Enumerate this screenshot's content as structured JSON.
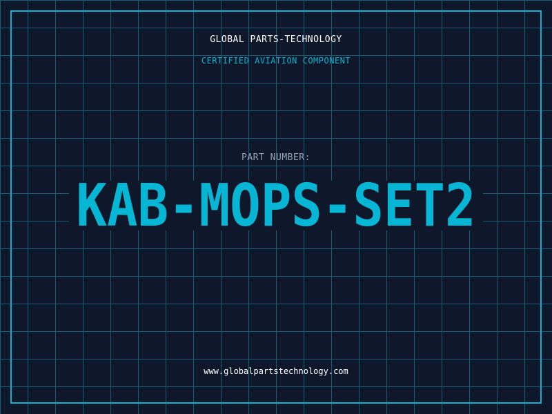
{
  "header": {
    "company": "GLOBAL PARTS-TECHNOLOGY",
    "subtitle": "CERTIFIED AVIATION COMPONENT"
  },
  "part": {
    "label": "PART NUMBER:",
    "number": "KAB-MOPS-SET2"
  },
  "footer": {
    "url": "www.globalpartstechnology.com"
  },
  "colors": {
    "background": "#0f172a",
    "accent": "#06b6d4",
    "grid": "#155e75"
  }
}
